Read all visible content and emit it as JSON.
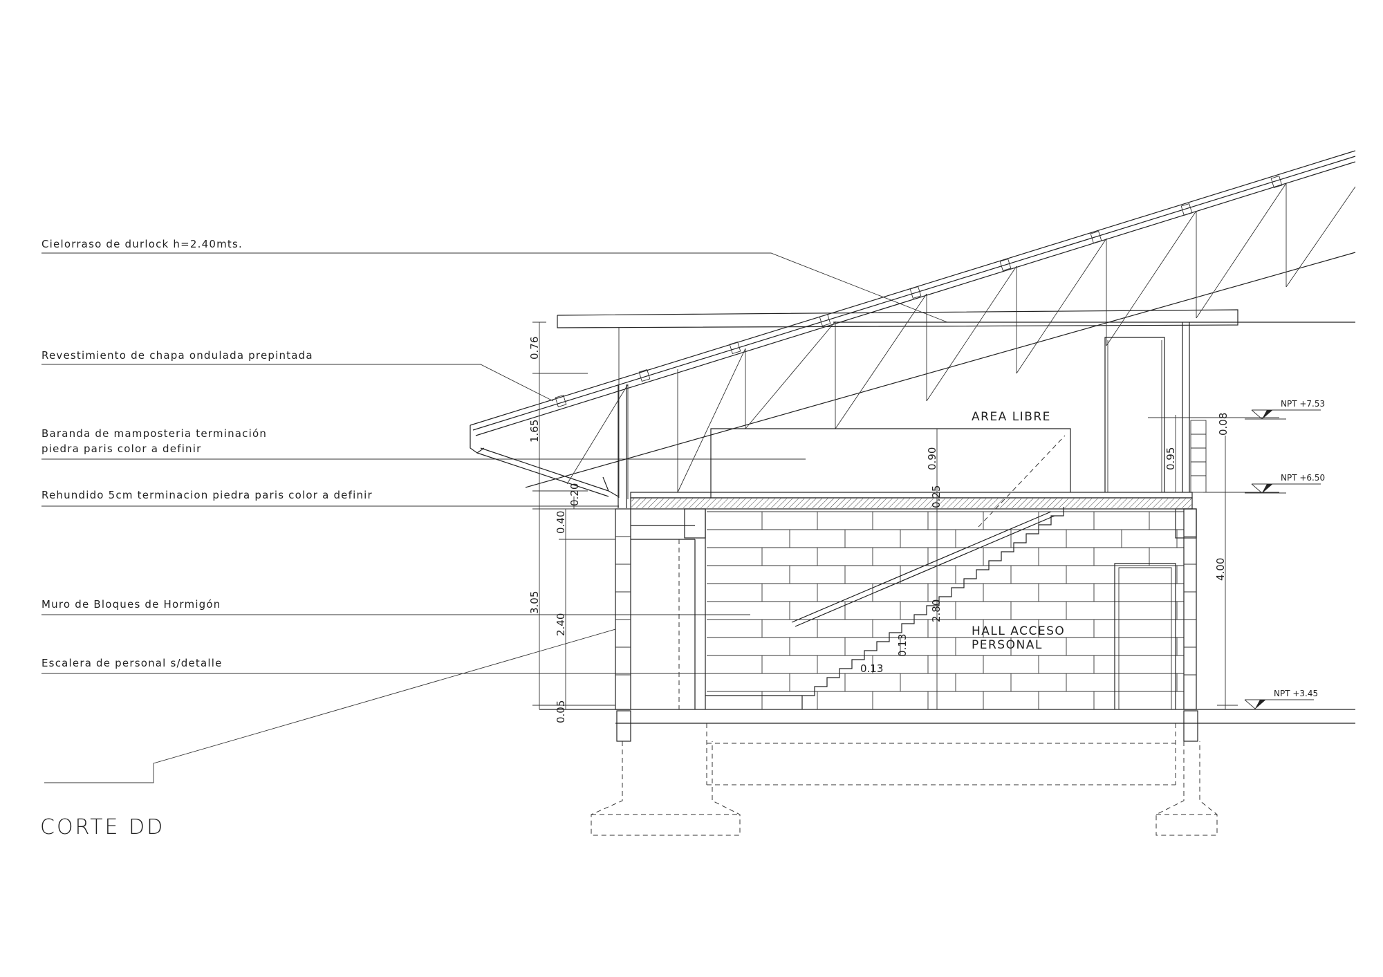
{
  "title": "CORTE DD",
  "notes": [
    "Cielorraso de durlock h=2.40mts.",
    "Revestimiento de chapa ondulada prepintada",
    "Baranda de mamposteria terminación",
    "piedra paris color a definir",
    "Rehundido 5cm terminacion piedra paris color a definir",
    "Muro de Bloques de Hormigón",
    "Escalera de personal s/detalle"
  ],
  "rooms": [
    "AREA LIBRE",
    "HALL ACCESO",
    "PERSONAL"
  ],
  "levels": [
    "NPT +7.53",
    "NPT +6.50",
    "NPT +3.45"
  ],
  "dimensions": {
    "left": [
      "0.76",
      "1.65",
      "0.20",
      "0.40",
      "3.05",
      "2.40",
      "0.05"
    ],
    "center": [
      "0.90",
      "0.25",
      "2.80",
      "0.13",
      "0.13"
    ],
    "right": [
      "0.95",
      "0.08",
      "4.00"
    ]
  }
}
